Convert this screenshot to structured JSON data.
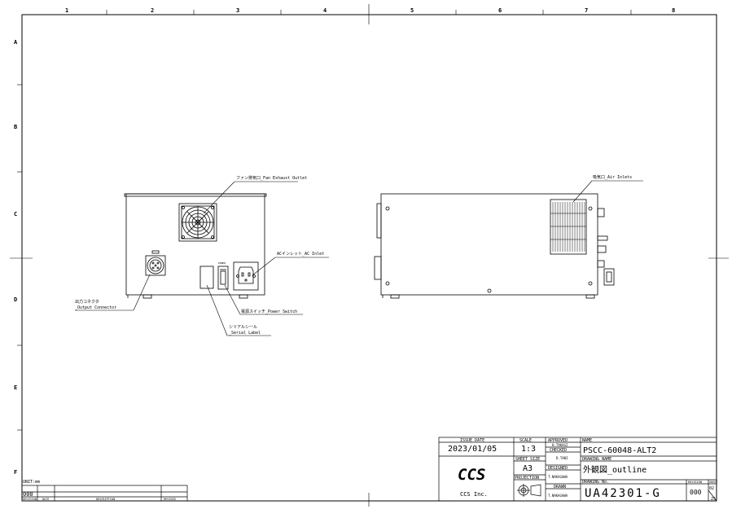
{
  "zone_columns": [
    "1",
    "2",
    "3",
    "4",
    "5",
    "6",
    "7",
    "8"
  ],
  "zone_rows": [
    "A",
    "B",
    "C",
    "D",
    "E",
    "F"
  ],
  "callouts": {
    "fan_exhaust": "ファン排気口_Fan Exhaust Outlet",
    "ac_inlet": "ACインレット_AC Inlet",
    "output_connector_jp": "出力コネクタ",
    "output_connector_en": "_Output Connector",
    "power_switch": "電源スイッチ_Power Switch",
    "serial_label_jp": "シリアルシール",
    "serial_label_en": "_Serial Label",
    "air_inlets": "吸気口_Air Inlets",
    "power_small": "POWER"
  },
  "revision_block": {
    "unit": "UNIT:mm",
    "revision_value": "000",
    "headers": [
      "REVISION",
      "DATE",
      "DESCRIPTION",
      "REVISED"
    ]
  },
  "title_block": {
    "issue_date_label": "ISSUE DATE",
    "issue_date": "2023/01/05",
    "scale_label": "SCALE",
    "scale": "1:3",
    "approved_label": "APPROVED",
    "approved_by": "H.TAKAGI",
    "checked_label": "CHECKED",
    "checked_by": "D.TANI",
    "designed_label": "DESIGNED",
    "designed_by": "T.NAKAGAWA",
    "drawn_label": "DRAWN",
    "drawn_by": "T.NAKAGAWA",
    "sheet_size_label": "SHEET SIZE",
    "sheet_size": "A3",
    "projection_label": "PROJECTION",
    "company_logo": "CCS",
    "company": "CCS Inc.",
    "name_label": "NAME",
    "name": "PSCC-60048-ALT2",
    "drawing_name_label": "DRAWING NAME",
    "drawing_name": "外観図_outline",
    "drawing_no_label": "DRAWING No.",
    "drawing_no": "UA42301-G",
    "revision_label": "REVISION",
    "revision": "000",
    "sheet_label": "SHEET",
    "sheet_num": "02",
    "sheet_total": "25"
  }
}
